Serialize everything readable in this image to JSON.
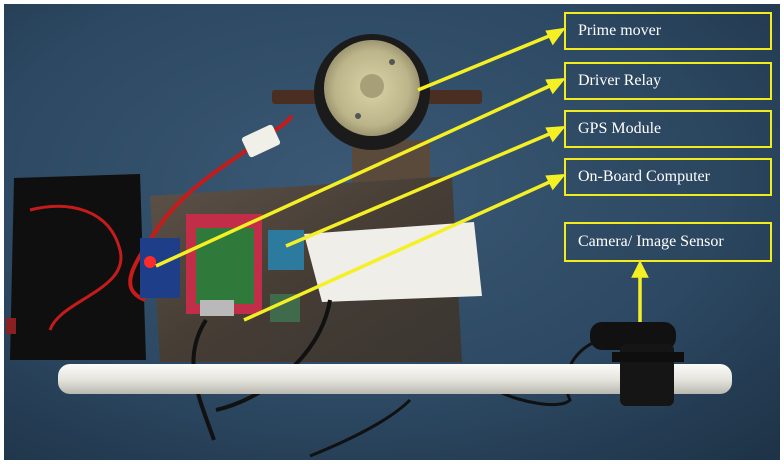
{
  "labels": {
    "prime_mover": "Prime mover",
    "driver_relay": "Driver Relay",
    "gps_module": "GPS Module",
    "onboard_computer": "On-Board Computer",
    "camera": "Camera/ Image Sensor"
  },
  "colors": {
    "wall": "#2b4660",
    "callout_border": "#f2ec1c",
    "arrow": "#f5f024",
    "pipe": "#ecebe6",
    "plate": "#4f463d"
  }
}
